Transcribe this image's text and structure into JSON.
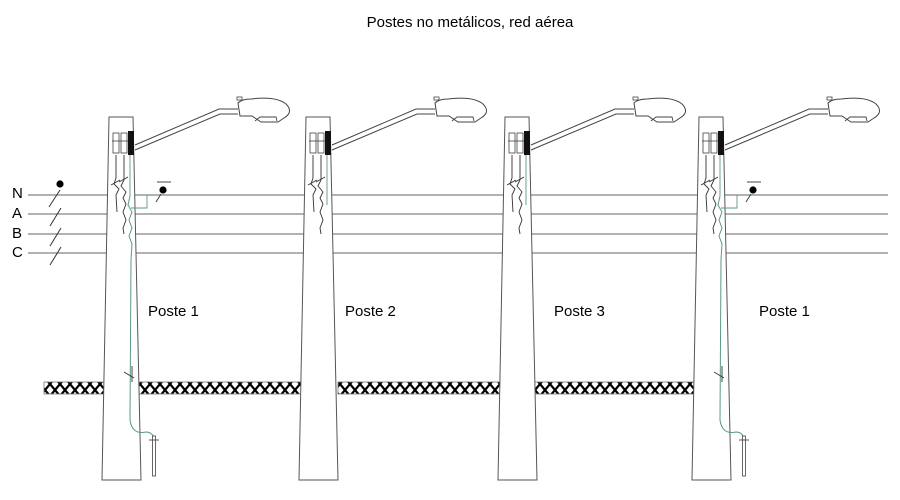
{
  "title": "Postes no metálicos, red aérea",
  "conductors": [
    {
      "id": "N",
      "label": "N",
      "type": "neutral"
    },
    {
      "id": "A",
      "label": "A",
      "type": "phase"
    },
    {
      "id": "B",
      "label": "B",
      "type": "phase"
    },
    {
      "id": "C",
      "label": "C",
      "type": "phase"
    }
  ],
  "poles": [
    {
      "label": "Poste 1",
      "grounded": true,
      "neutral_bond": true
    },
    {
      "label": "Poste 2",
      "grounded": false,
      "neutral_bond": false
    },
    {
      "label": "Poste 3",
      "grounded": false,
      "neutral_bond": false
    },
    {
      "label": "Poste 1",
      "grounded": true,
      "neutral_bond": true
    }
  ],
  "colors": {
    "line": "#555555",
    "ground_wire": "#5a9a80",
    "hatch": "#000000",
    "background": "#ffffff"
  }
}
